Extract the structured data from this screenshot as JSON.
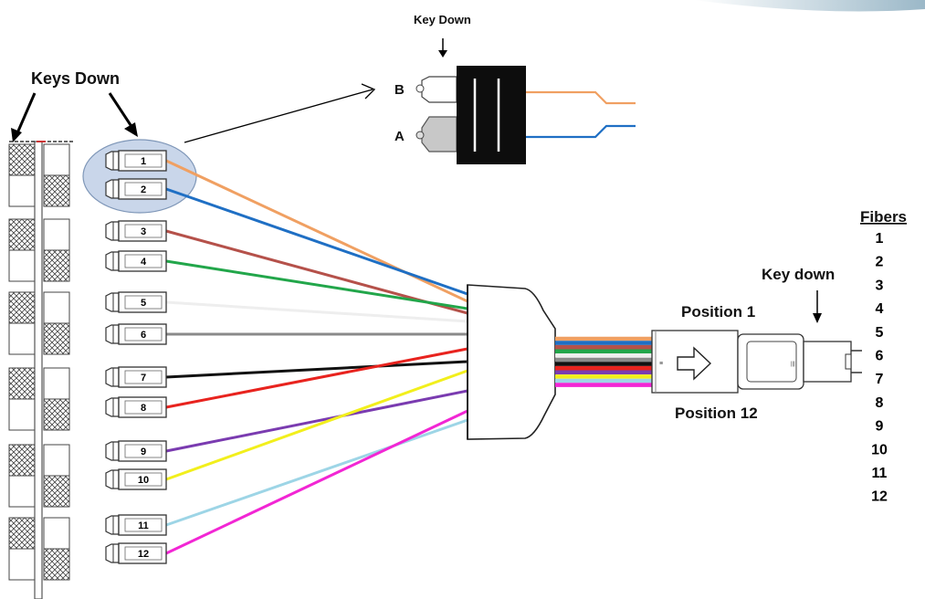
{
  "labels": {
    "keys_down": "Keys Down",
    "key_down_top": "Key Down",
    "key_down_right": "Key down",
    "position_1": "Position 1",
    "position_12": "Position 12",
    "port_b": "B",
    "port_a": "A",
    "fibers_header": "Fibers"
  },
  "connectors": [
    {
      "label": "1",
      "color": "#f0a062"
    },
    {
      "label": "2",
      "color": "#1f6fc4"
    },
    {
      "label": "3",
      "color": "#b5514a"
    },
    {
      "label": "4",
      "color": "#22a64a"
    },
    {
      "label": "5",
      "color": "#eeeeee"
    },
    {
      "label": "6",
      "color": "#8a8a8a"
    },
    {
      "label": "7",
      "color": "#111111"
    },
    {
      "label": "8",
      "color": "#e8231e"
    },
    {
      "label": "9",
      "color": "#7a3bb0"
    },
    {
      "label": "10",
      "color": "#f2ef1c"
    },
    {
      "label": "11",
      "color": "#9dd5e6"
    },
    {
      "label": "12",
      "color": "#f226d4"
    }
  ],
  "fibers": [
    "1",
    "2",
    "3",
    "4",
    "5",
    "6",
    "7",
    "8",
    "9",
    "10",
    "11",
    "12"
  ],
  "colors": {
    "orange": "#f0a062",
    "blue": "#1f6fc4",
    "highlight": "#c9d6ea",
    "module": "#0d0d0d"
  }
}
